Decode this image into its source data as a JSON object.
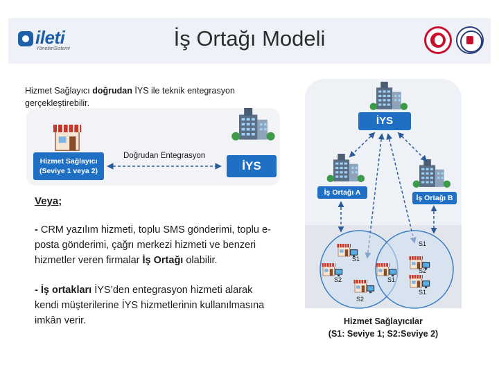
{
  "header": {
    "logo_text": "ileti",
    "logo_subtext": "YönetimSistemi",
    "title": "İş Ortağı Modeli"
  },
  "intro": {
    "part1": "Hizmet Sağlayıcı ",
    "bold": "doğrudan",
    "part2": " İYS ile teknik entegrasyon gerçekleştirebilir."
  },
  "direct": {
    "provider_line1": "Hizmet Sağlayıcı",
    "provider_line2": "(Seviye 1 veya 2)",
    "link_label": "Doğrudan Entegrasyon",
    "iys_label": "İYS"
  },
  "veya": "Veya;",
  "bullet1": {
    "dash": "- ",
    "part1": "CRM yazılım hizmeti, toplu SMS gönderimi, toplu e-posta gönderimi, çağrı merkezi hizmeti ve benzeri hizmetler veren firmalar ",
    "bold": "İş Ortağı",
    "part2": " olabilir."
  },
  "bullet2": {
    "dash": "- ",
    "bold": "İş ortakları",
    "part2": " İYS’den entegrasyon hizmeti alarak kendi müşterilerine İYS hizmetlerinin kullanılmasına imkân verir."
  },
  "right": {
    "iys_label": "İYS",
    "partner_a": "İş Ortağı A",
    "partner_b": "İş Ortağı B",
    "levels": [
      "S1",
      "S2",
      "S1",
      "S2",
      "S2",
      "S1",
      "S1"
    ],
    "caption_line1": "Hizmet Sağlayıcılar",
    "caption_line2": "(S1: Seviye 1; S2:Seviye 2)"
  },
  "colors": {
    "accent_blue": "#1f6fc4",
    "dashed_link": "#2a5a9a",
    "circle_stroke": "#3a7cc4",
    "store_red": "#c0392b"
  }
}
